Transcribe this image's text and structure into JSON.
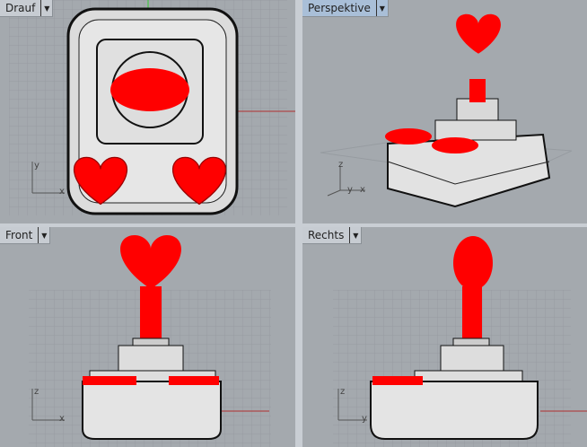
{
  "viewports": [
    {
      "title": "Drauf",
      "axes": [
        "y",
        "x"
      ]
    },
    {
      "title": "Perspektive",
      "axes": [
        "z",
        "y",
        "x"
      ],
      "active": true
    },
    {
      "title": "Front",
      "axes": [
        "z",
        "x"
      ]
    },
    {
      "title": "Rechts",
      "axes": [
        "z",
        "y"
      ]
    }
  ],
  "icons": {
    "dropdown": "triangle-down-icon"
  },
  "colors": {
    "viewport_bg": "#a4a9ae",
    "grid": "#979ca1",
    "model_red": "#ff0000",
    "x_axis": "#b03030",
    "y_axis": "#30a030",
    "active_tab": "#a9bfd8"
  }
}
